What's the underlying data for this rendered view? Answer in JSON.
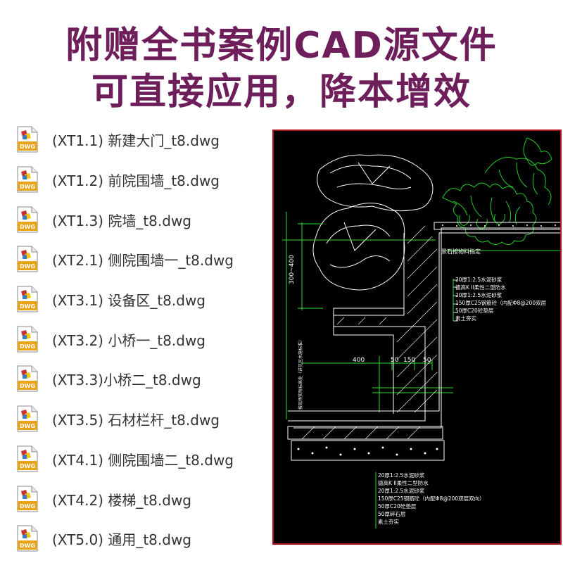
{
  "banner": {
    "line1": "附赠全书案例CAD源文件",
    "line2": "可直接应用，降本增效"
  },
  "files": [
    {
      "name": "(XT1.1) 新建大门_t8.dwg",
      "icon": "dwg-file-icon"
    },
    {
      "name": "(XT1.2) 前院围墙_t8.dwg",
      "icon": "dwg-file-icon"
    },
    {
      "name": "(XT1.3) 院墙_t8.dwg",
      "icon": "dwg-file-icon"
    },
    {
      "name": "(XT2.1) 侧院围墙一_t8.dwg",
      "icon": "dwg-file-icon"
    },
    {
      "name": "(XT3.1) 设备区_t8.dwg",
      "icon": "dwg-file-icon"
    },
    {
      "name": "(XT3.2) 小桥一_t8.dwg",
      "icon": "dwg-file-icon"
    },
    {
      "name": "(XT3.3)小桥二_t8.dwg",
      "icon": "dwg-file-icon"
    },
    {
      "name": "(XT3.5) 石材栏杆_t8.dwg",
      "icon": "dwg-file-icon"
    },
    {
      "name": "(XT4.1) 侧院围墙二_t8.dwg",
      "icon": "dwg-file-icon"
    },
    {
      "name": "(XT4.2) 楼梯_t8.dwg",
      "icon": "dwg-file-icon"
    },
    {
      "name": "(XT5.0) 通用_t8.dwg",
      "icon": "dwg-file-icon"
    }
  ],
  "icon_label": "DWG",
  "cad": {
    "note_top": "景石按物料指定",
    "dim_vertical": "300~400",
    "dim_horizontal": [
      "400",
      "50",
      "150",
      "50"
    ],
    "side_note": "按现场实际标高处（详见区水施标准）",
    "layers_upper": [
      "20厚1:2.5水泥砂浆",
      "德高K II柔性二型防水",
      "20厚1:2.5水泥砂浆",
      "150厚C25钢筋砼（内配Φ8@200双层",
      "50厚C20砼垫层",
      "素土夯实"
    ],
    "layers_lower": [
      "20厚1:2.5水泥砂浆",
      "德高K II柔性二型防水",
      "20厚1:2.5水泥砂浆",
      "150厚C25钢筋砼（内配Φ8@200双层双向）",
      "50厚C20砼垫层",
      "50厚碎石层",
      "素土夯实"
    ],
    "colors": {
      "background": "#000000",
      "frame": "#b3131b",
      "line": "#ffffff",
      "dim": "#33dd33",
      "plant": "#22cc22"
    }
  }
}
